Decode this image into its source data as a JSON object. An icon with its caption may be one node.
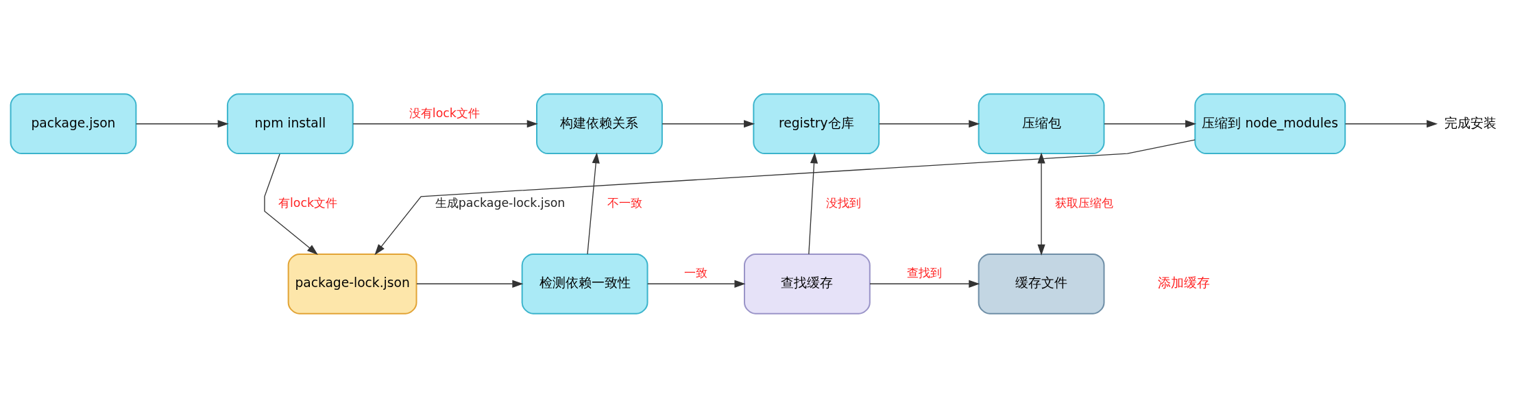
{
  "diagram": {
    "nodes": [
      {
        "text": [
          "package.json"
        ]
      },
      {
        "text": [
          "npm install"
        ]
      },
      {
        "text": [
          "构建依赖关系"
        ]
      },
      {
        "text": [
          "registry仓库"
        ]
      },
      {
        "text": [
          "压缩包"
        ]
      },
      {
        "text": [
          "压缩到 node_modules"
        ]
      },
      {
        "text": [
          "完成安装"
        ]
      },
      {
        "text": [
          "package-lock.json"
        ]
      },
      {
        "text": [
          "检测依赖一致性"
        ]
      },
      {
        "text": [
          "查找缓存"
        ]
      },
      {
        "text": [
          "缓存文件"
        ]
      }
    ],
    "edges": [
      {
        "from": 0,
        "to": 1,
        "arrow": "to"
      },
      {
        "from": 1,
        "to": 2,
        "arrow": "to",
        "label": "没有lock文件"
      },
      {
        "from": 2,
        "to": 3,
        "arrow": "to"
      },
      {
        "from": 3,
        "to": 4,
        "arrow": "to"
      },
      {
        "from": 4,
        "to": 5,
        "arrow": "to"
      },
      {
        "from": 5,
        "to": 6,
        "arrow": "to"
      },
      {
        "from": 1,
        "to": 7,
        "arrow": "to",
        "label": "有lock文件"
      },
      {
        "from": 7,
        "to": 8,
        "arrow": "to"
      },
      {
        "from": 8,
        "to": 2,
        "arrow": "to",
        "label": "不一致"
      },
      {
        "from": 8,
        "to": 9,
        "arrow": "to",
        "label": "一致"
      },
      {
        "from": 9,
        "to": 3,
        "arrow": "to",
        "label": "没找到"
      },
      {
        "from": 9,
        "to": 10,
        "arrow": "to",
        "label": "查找到"
      },
      {
        "from": 10,
        "to": 4,
        "arrow": "both",
        "label": "获取压缩包"
      },
      {
        "from": 5,
        "to": 7,
        "arrow": "to",
        "label": "生成package-lock.json"
      }
    ],
    "labels": [
      "添加缓存"
    ]
  }
}
